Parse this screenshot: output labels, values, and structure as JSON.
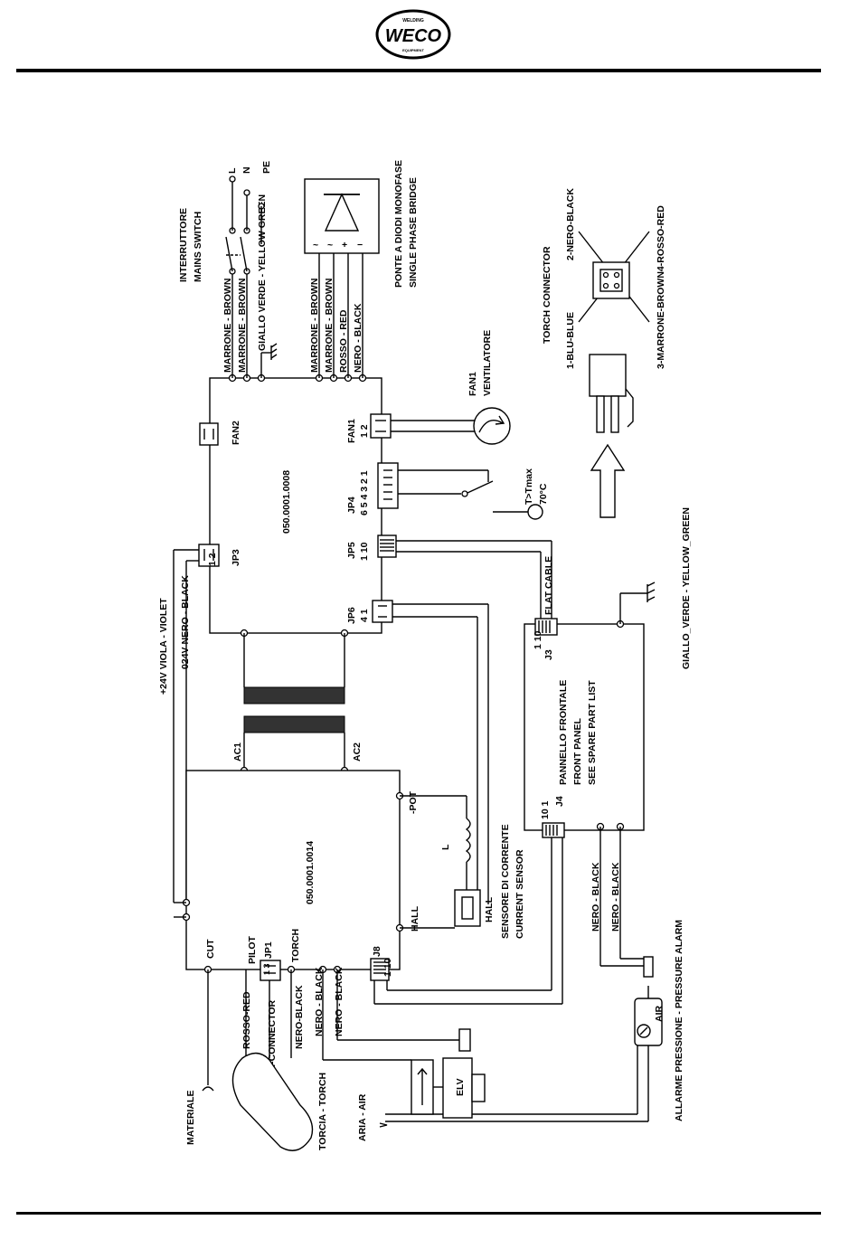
{
  "header": {
    "logo_text": "WECO",
    "logo_top": "WELDING",
    "logo_bottom": "EQUIPMENT"
  },
  "mains": {
    "switch_label_it": "INTERRUTTORE",
    "switch_label_en": "MAINS SWITCH",
    "terminals": [
      "L",
      "N",
      "PE"
    ],
    "wire_brown_1": "MARRONE - BROWN",
    "wire_brown_2": "MARRONE - BROWN",
    "wire_earth": "GIALLO  VERDE - YELLOW  GREEN"
  },
  "bridge": {
    "wire_1": "MARRONE - BROWN",
    "wire_2": "MARRONE - BROWN",
    "wire_3": "ROSSO - RED",
    "wire_4": "NERO - BLACK",
    "label_it": "PONTE A DIODI MONOFASE",
    "label_en": "SINGLE PHASE BRIDGE"
  },
  "board_power": {
    "code": "050.0001.0008",
    "fan1": "FAN1",
    "fan1_pins": "1  2",
    "fan2": "FAN2",
    "jp4": "JP4",
    "jp4_pins": "6 5 4 3 2 1",
    "jp5": "JP5",
    "jp5_pins": "1  10",
    "jp6": "JP6",
    "jp6_pins": "4  1",
    "jp3": "JP3",
    "jp3_pins": "1  2"
  },
  "fan": {
    "label": "FAN1",
    "label_it": "VENTILATORE"
  },
  "thermo": {
    "label": "T>Tmax",
    "temp": "70°C"
  },
  "torch_connector": {
    "title": "TORCH CONNECTOR",
    "pin1": "1-BLU-BLUE",
    "pin2": "2-NERO-BLACK",
    "pin34": "3-MARRONE-BROWN4-ROSSO-RED"
  },
  "supply": {
    "plus24": "+24V VIOLA - VIOLET",
    "zero24": "024V NERO - BLACK"
  },
  "transformer": {
    "ac1": "AC1",
    "ac2": "AC2"
  },
  "board_control": {
    "code": "050.0001.0014",
    "pot": "-POT",
    "hall": "HALL",
    "cut": "CUT",
    "pilot": "PILOT",
    "torch": "TORCH",
    "jp1": "JP1",
    "jp1_pins": "1 3",
    "j8": "J8",
    "j8_pins": "1  10"
  },
  "inductor": {
    "label": "L"
  },
  "sensor": {
    "hall": "HALL",
    "label_it": "SENSORE DI CORRENTE",
    "label_en": "CURRENT SENSOR"
  },
  "front_panel": {
    "line1": "PANNELLO FRONTALE",
    "line2": "FRONT PANEL",
    "line3": "SEE SPARE PART LIST",
    "j3": "J3",
    "j3_pins": "1  10",
    "j4": "J4",
    "j4_pins": "10  1",
    "flat_cable": "FLAT CABLE",
    "earth": "GIALLO_VERDE - YELLOW_GREEN",
    "black1": "NERO - BLACK",
    "black2": "NERO - BLACK"
  },
  "torch_side": {
    "rosso": "ROSSO-RED",
    "torch_connector": "TORCH-CONNECTOR",
    "nero": "NERO-BLACK",
    "nero_a": "NERO - BLACK",
    "nero_b": "NERO - BLACK",
    "materiale": "MATERIALE",
    "torcia": "TORCIA - TORCH",
    "aria": "ARIA - AIR",
    "elv": "ELV",
    "alarm": "ALLARME PRESSIONE - PRESSURE ALARM",
    "air": "AIR"
  }
}
